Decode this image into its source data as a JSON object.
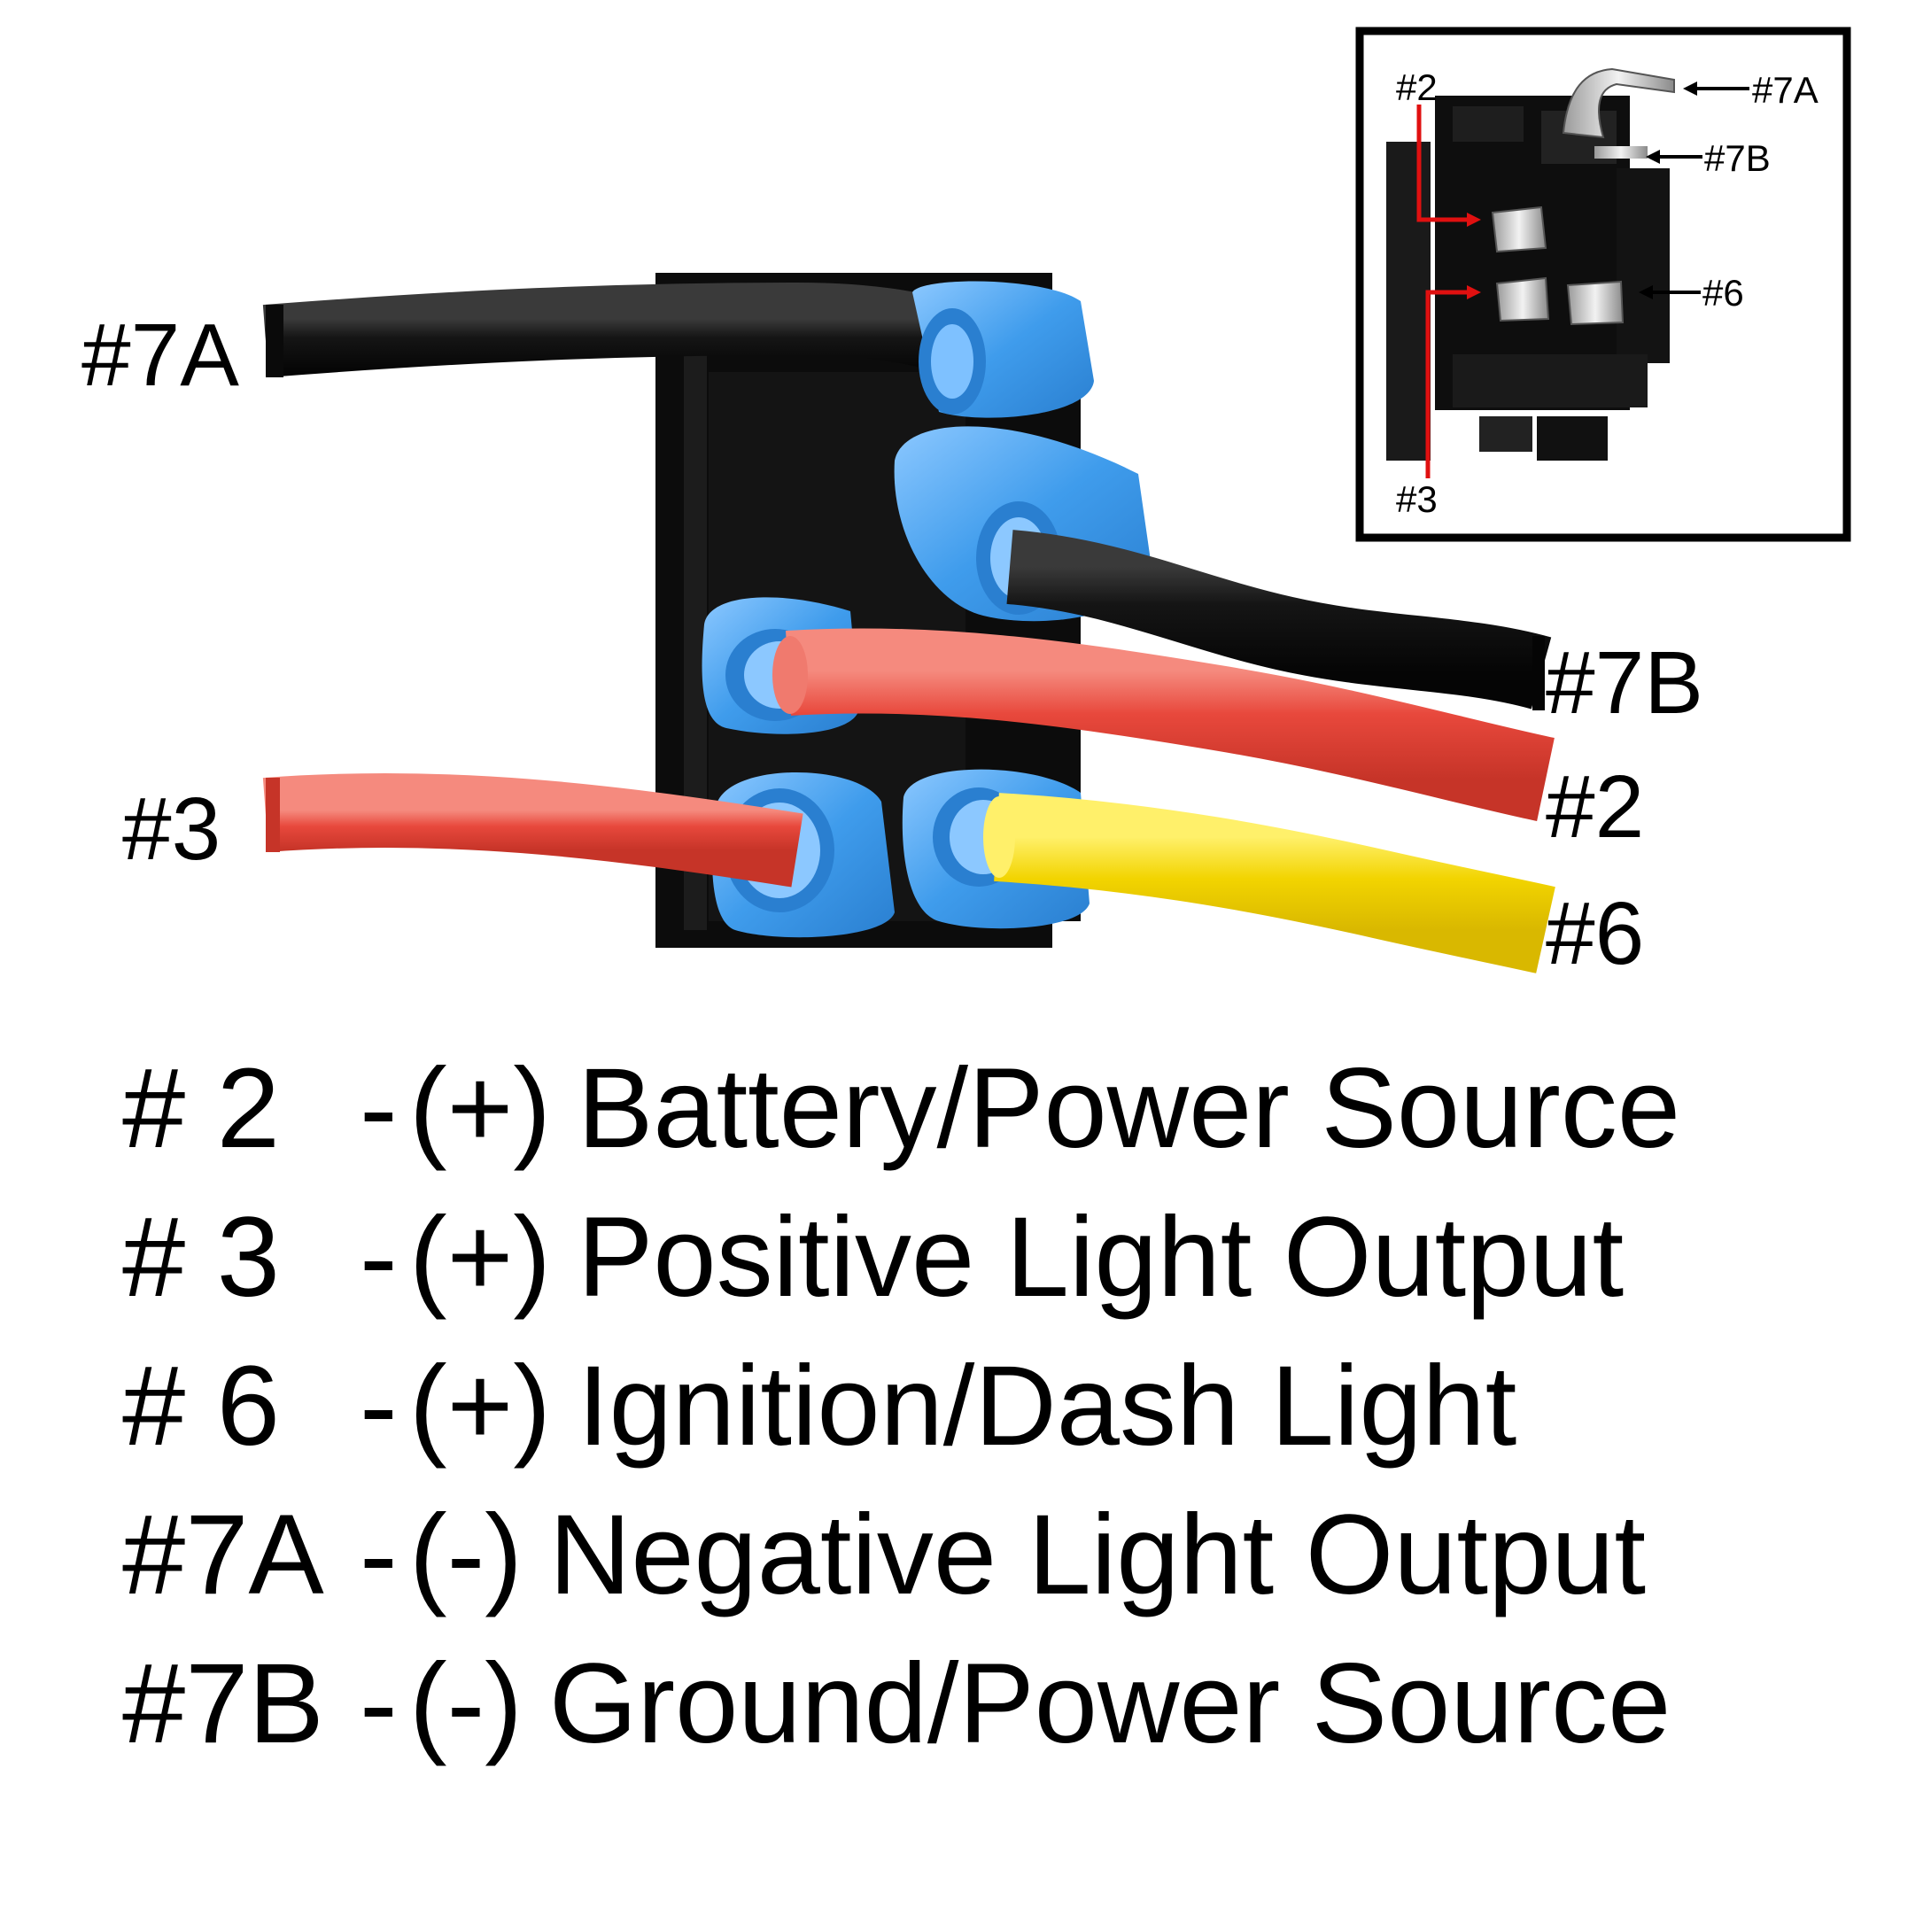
{
  "wire_labels": {
    "w7a": "#7A",
    "w7b": "#7B",
    "w2": "#2",
    "w3": "#3",
    "w6": "#6"
  },
  "inset_labels": {
    "p2": "#2",
    "p3": "#3",
    "p6": "#6",
    "p7a": "#7A",
    "p7b": "#7B"
  },
  "colors": {
    "black_wire": "#121212",
    "red_wire": "#e8483c",
    "yellow_wire": "#f2d400",
    "connector": "#3f9cec",
    "switch_body": "#0c0c0c",
    "marker": "#e01010"
  },
  "legend": [
    {
      "pin": "# 2",
      "sep": "-",
      "sign": "(+)",
      "desc": "Battery/Power Source"
    },
    {
      "pin": "# 3",
      "sep": "-",
      "sign": "(+)",
      "desc": "Positive Light Output"
    },
    {
      "pin": "# 6",
      "sep": "-",
      "sign": "(+)",
      "desc": "Ignition/Dash Light"
    },
    {
      "pin": "#7A",
      "sep": "-",
      "sign": "(-)",
      "desc": "Negative Light Output"
    },
    {
      "pin": "#7B",
      "sep": "-",
      "sign": "(-)",
      "desc": "Ground/Power Source"
    }
  ]
}
